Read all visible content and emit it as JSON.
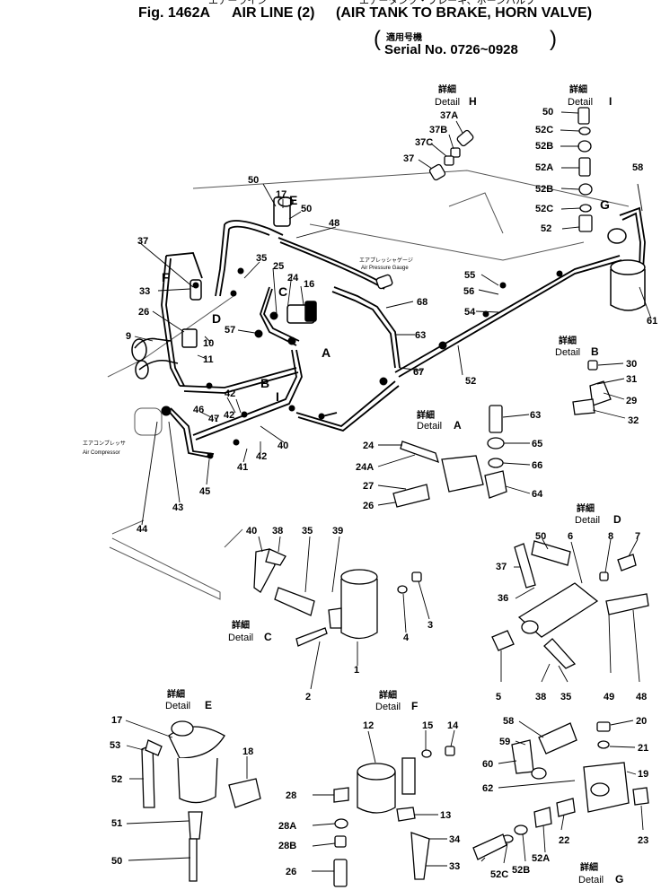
{
  "header": {
    "fig_label": "Fig. 1462A",
    "title": "AIR LINE (2)",
    "subtitle": "(AIR TANK TO BRAKE, HORN VALVE)",
    "jp_title": "エアーライン",
    "jp_subtitle": "エアータンク・ブレーキ、ホーンバルブ",
    "serial_jp": "適用号機",
    "serial": "Serial No. 0726~0928"
  },
  "detail": {
    "jp": "詳細",
    "en": "Detail"
  },
  "details": {
    "H": "H",
    "I": "I",
    "B": "B",
    "A": "A",
    "D": "D",
    "C": "C",
    "E": "E",
    "F": "F",
    "G": "G"
  },
  "annotations": {
    "pressure_gauge_jp": "エアプレッシャゲージ",
    "pressure_gauge": "Air Pressure Gauge",
    "compressor_jp": "エアコンプレッサ",
    "compressor": "Air Compressor"
  },
  "area_markers": [
    "A",
    "B",
    "C",
    "D",
    "E",
    "F",
    "G",
    "H",
    "I"
  ],
  "part_numbers": {
    "p1": "1",
    "p2": "2",
    "p3": "3",
    "p4": "4",
    "p5": "5",
    "p6": "6",
    "p7": "7",
    "p8": "8",
    "p9": "9",
    "p10": "10",
    "p11": "11",
    "p12": "12",
    "p13": "13",
    "p14": "14",
    "p15": "15",
    "p16": "16",
    "p17": "17",
    "p18": "18",
    "p19": "19",
    "p20": "20",
    "p21": "21",
    "p22": "22",
    "p23": "23",
    "p24": "24",
    "p24a": "24A",
    "p25": "25",
    "p26": "26",
    "p27": "27",
    "p28": "28",
    "p28a": "28A",
    "p28b": "28B",
    "p29": "29",
    "p30": "30",
    "p31": "31",
    "p32": "32",
    "p33": "33",
    "p34": "34",
    "p35": "35",
    "p36": "36",
    "p37": "37",
    "p37a": "37A",
    "p37b": "37B",
    "p37c": "37C",
    "p38": "38",
    "p39": "39",
    "p40": "40",
    "p41": "41",
    "p42": "42",
    "p43": "43",
    "p44": "44",
    "p45": "45",
    "p46": "46",
    "p47": "47",
    "p48": "48",
    "p49": "49",
    "p50": "50",
    "p51": "51",
    "p52": "52",
    "p52a": "52A",
    "p52b": "52B",
    "p52c": "52C",
    "p53": "53",
    "p54": "54",
    "p55": "55",
    "p56": "56",
    "p57": "57",
    "p58": "58",
    "p59": "59",
    "p60": "60",
    "p61": "61",
    "p62": "62",
    "p63": "63",
    "p64": "64",
    "p65": "65",
    "p66": "66",
    "p67": "67",
    "p68": "68"
  }
}
